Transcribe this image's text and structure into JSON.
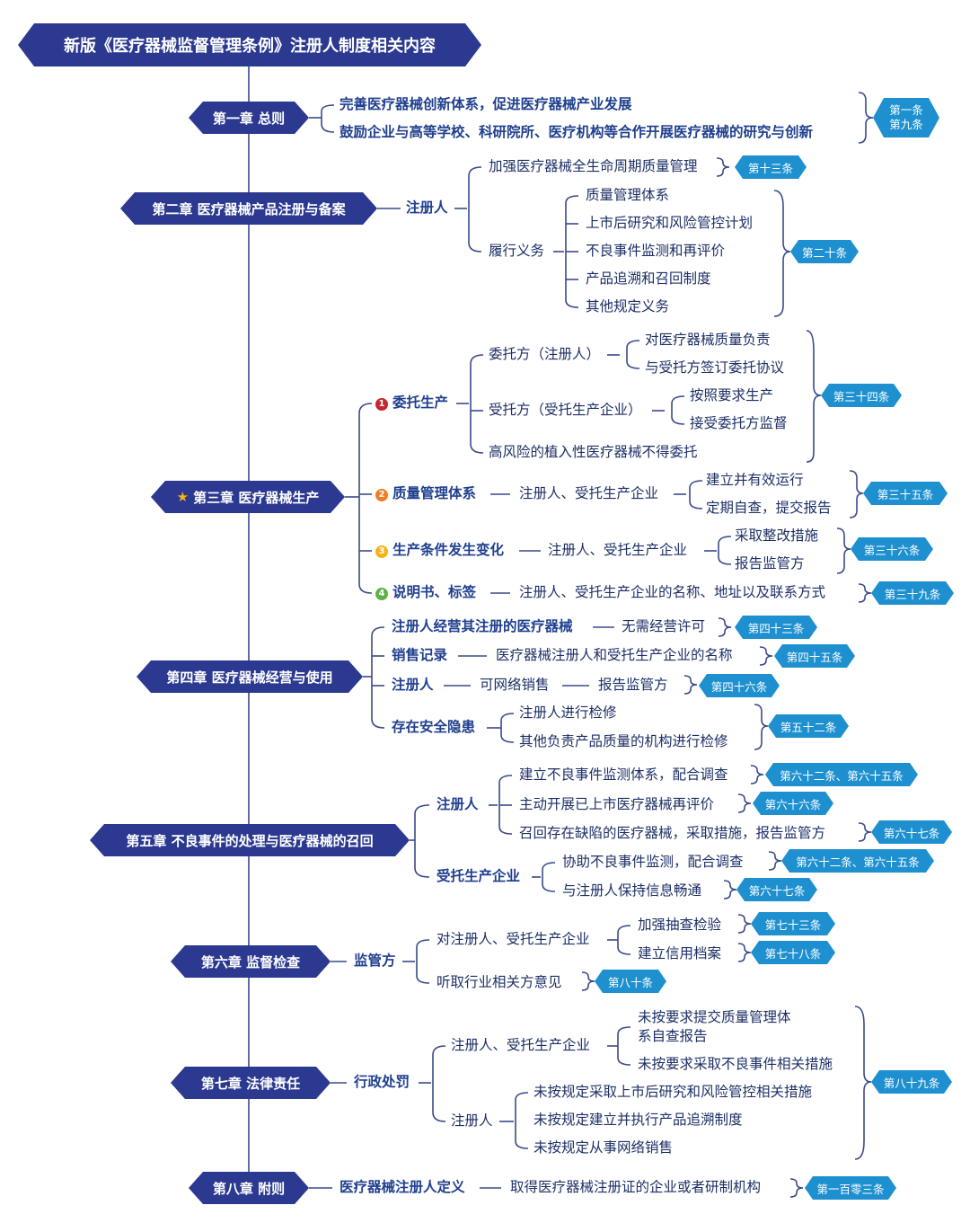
{
  "title": "新版《医疗器械监督管理条例》注册人制度相关内容",
  "colors": {
    "chapter_bg": "#2b3990",
    "article_tag": "#1e90d0",
    "num1": "#c6262e",
    "num2": "#f07c22",
    "num3": "#f6b21a",
    "num4": "#5fb246"
  },
  "ch1": {
    "label": "第一章 总则",
    "items": [
      "完善医疗器械创新体系，促进医疗器械产业发展",
      "鼓励企业与高等学校、科研院所、医疗机构等合作开展医疗器械的研究与创新"
    ],
    "tag": [
      "第一条",
      "第九条"
    ]
  },
  "ch2": {
    "label": "第二章 医疗器械产品注册与备案",
    "node": "注册人",
    "a1": "加强医疗器械全生命周期质量管理",
    "a1_tag": "第十三条",
    "a2": "履行义务",
    "duties": [
      "质量管理体系",
      "上市后研究和风险管控计划",
      "不良事件监测和再评价",
      "产品追溯和召回制度",
      "其他规定义务"
    ],
    "duties_tag": "第二十条"
  },
  "ch3": {
    "label": "第三章 医疗器械生产",
    "s1": {
      "num": "1",
      "label": "委托生产",
      "w1": "委托方（注册人）",
      "w1_items": [
        "对医疗器械质量负责",
        "与受托方签订委托协议"
      ],
      "w2": "受托方（受托生产企业）",
      "w2_items": [
        "按照要求生产",
        "接受委托方监督"
      ],
      "w3": "高风险的植入性医疗器械不得委托",
      "tag": "第三十四条"
    },
    "s2": {
      "num": "2",
      "label": "质量管理体系",
      "mid": "注册人、受托生产企业",
      "items": [
        "建立并有效运行",
        "定期自查，提交报告"
      ],
      "tag": "第三十五条"
    },
    "s3": {
      "num": "3",
      "label": "生产条件发生变化",
      "mid": "注册人、受托生产企业",
      "items": [
        "采取整改措施",
        "报告监管方"
      ],
      "tag": "第三十六条"
    },
    "s4": {
      "num": "4",
      "label": "说明书、标签",
      "mid": "注册人、受托生产企业的名称、地址以及联系方式",
      "tag": "第三十九条"
    }
  },
  "ch4": {
    "label": "第四章 医疗器械经营与使用",
    "r1": {
      "label": "注册人经营其注册的医疗器械",
      "value": "无需经营许可",
      "tag": "第四十三条"
    },
    "r2": {
      "label": "销售记录",
      "value": "医疗器械注册人和受托生产企业的名称",
      "tag": "第四十五条"
    },
    "r3": {
      "label": "注册人",
      "v1": "可网络销售",
      "v2": "报告监管方",
      "tag": "第四十六条"
    },
    "r4": {
      "label": "存在安全隐患",
      "items": [
        "注册人进行检修",
        "其他负责产品质量的机构进行检修"
      ],
      "tag": "第五十二条"
    }
  },
  "ch5": {
    "label": "第五章 不良事件的处理与医疗器械的召回",
    "g1": {
      "label": "注册人",
      "items": [
        {
          "text": "建立不良事件监测体系，配合调查",
          "tag": "第六十二条、第六十五条"
        },
        {
          "text": "主动开展已上市医疗器械再评价",
          "tag": "第六十六条"
        },
        {
          "text": "召回存在缺陷的医疗器械，采取措施，报告监管方",
          "tag": "第六十七条"
        }
      ]
    },
    "g2": {
      "label": "受托生产企业",
      "items": [
        {
          "text": "协助不良事件监测，配合调查",
          "tag": "第六十二条、第六十五条"
        },
        {
          "text": "与注册人保持信息畅通",
          "tag": "第六十七条"
        }
      ]
    }
  },
  "ch6": {
    "label": "第六章 监督检查",
    "node": "监管方",
    "b1": "对注册人、受托生产企业",
    "b1_items": [
      {
        "text": "加强抽查检验",
        "tag": "第七十三条"
      },
      {
        "text": "建立信用档案",
        "tag": "第七十八条"
      }
    ],
    "b2": {
      "text": "听取行业相关方意见",
      "tag": "第八十条"
    }
  },
  "ch7": {
    "label": "第七章 法律责任",
    "node": "行政处罚",
    "c1": "注册人、受托生产企业",
    "c1_items": [
      "未按要求提交质量管理体",
      "系自查报告",
      "未按要求采取不良事件相关措施"
    ],
    "c2": "注册人",
    "c2_items": [
      "未按规定采取上市后研究和风险管控相关措施",
      "未按规定建立并执行产品追溯制度",
      "未按规定从事网络销售"
    ],
    "tag": "第八十九条"
  },
  "ch8": {
    "label": "第八章 附则",
    "node": "医疗器械注册人定义",
    "value": "取得医疗器械注册证的企业或者研制机构",
    "tag": "第一百零三条"
  }
}
